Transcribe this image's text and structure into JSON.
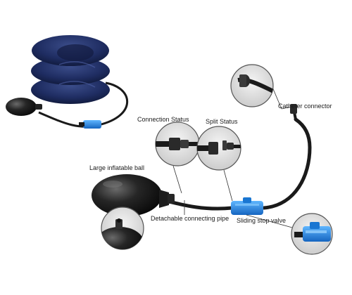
{
  "labels": {
    "catheter_connector": "Catheter connector",
    "connection_status": "Connection Status",
    "split_status": "Split Status",
    "large_inflatable_ball": "Large inflatable ball",
    "detachable_connecting_pipe": "Detachable connecting pipe",
    "sliding_stop_valve": "Sliding stop valve"
  },
  "colors": {
    "collar_navy": "#1c2a5c",
    "bulb_black": "#1b1b1b",
    "valve_blue": "#1e88e5",
    "tube_black": "#1a1a1a",
    "callout_line": "#2f2f2f"
  }
}
